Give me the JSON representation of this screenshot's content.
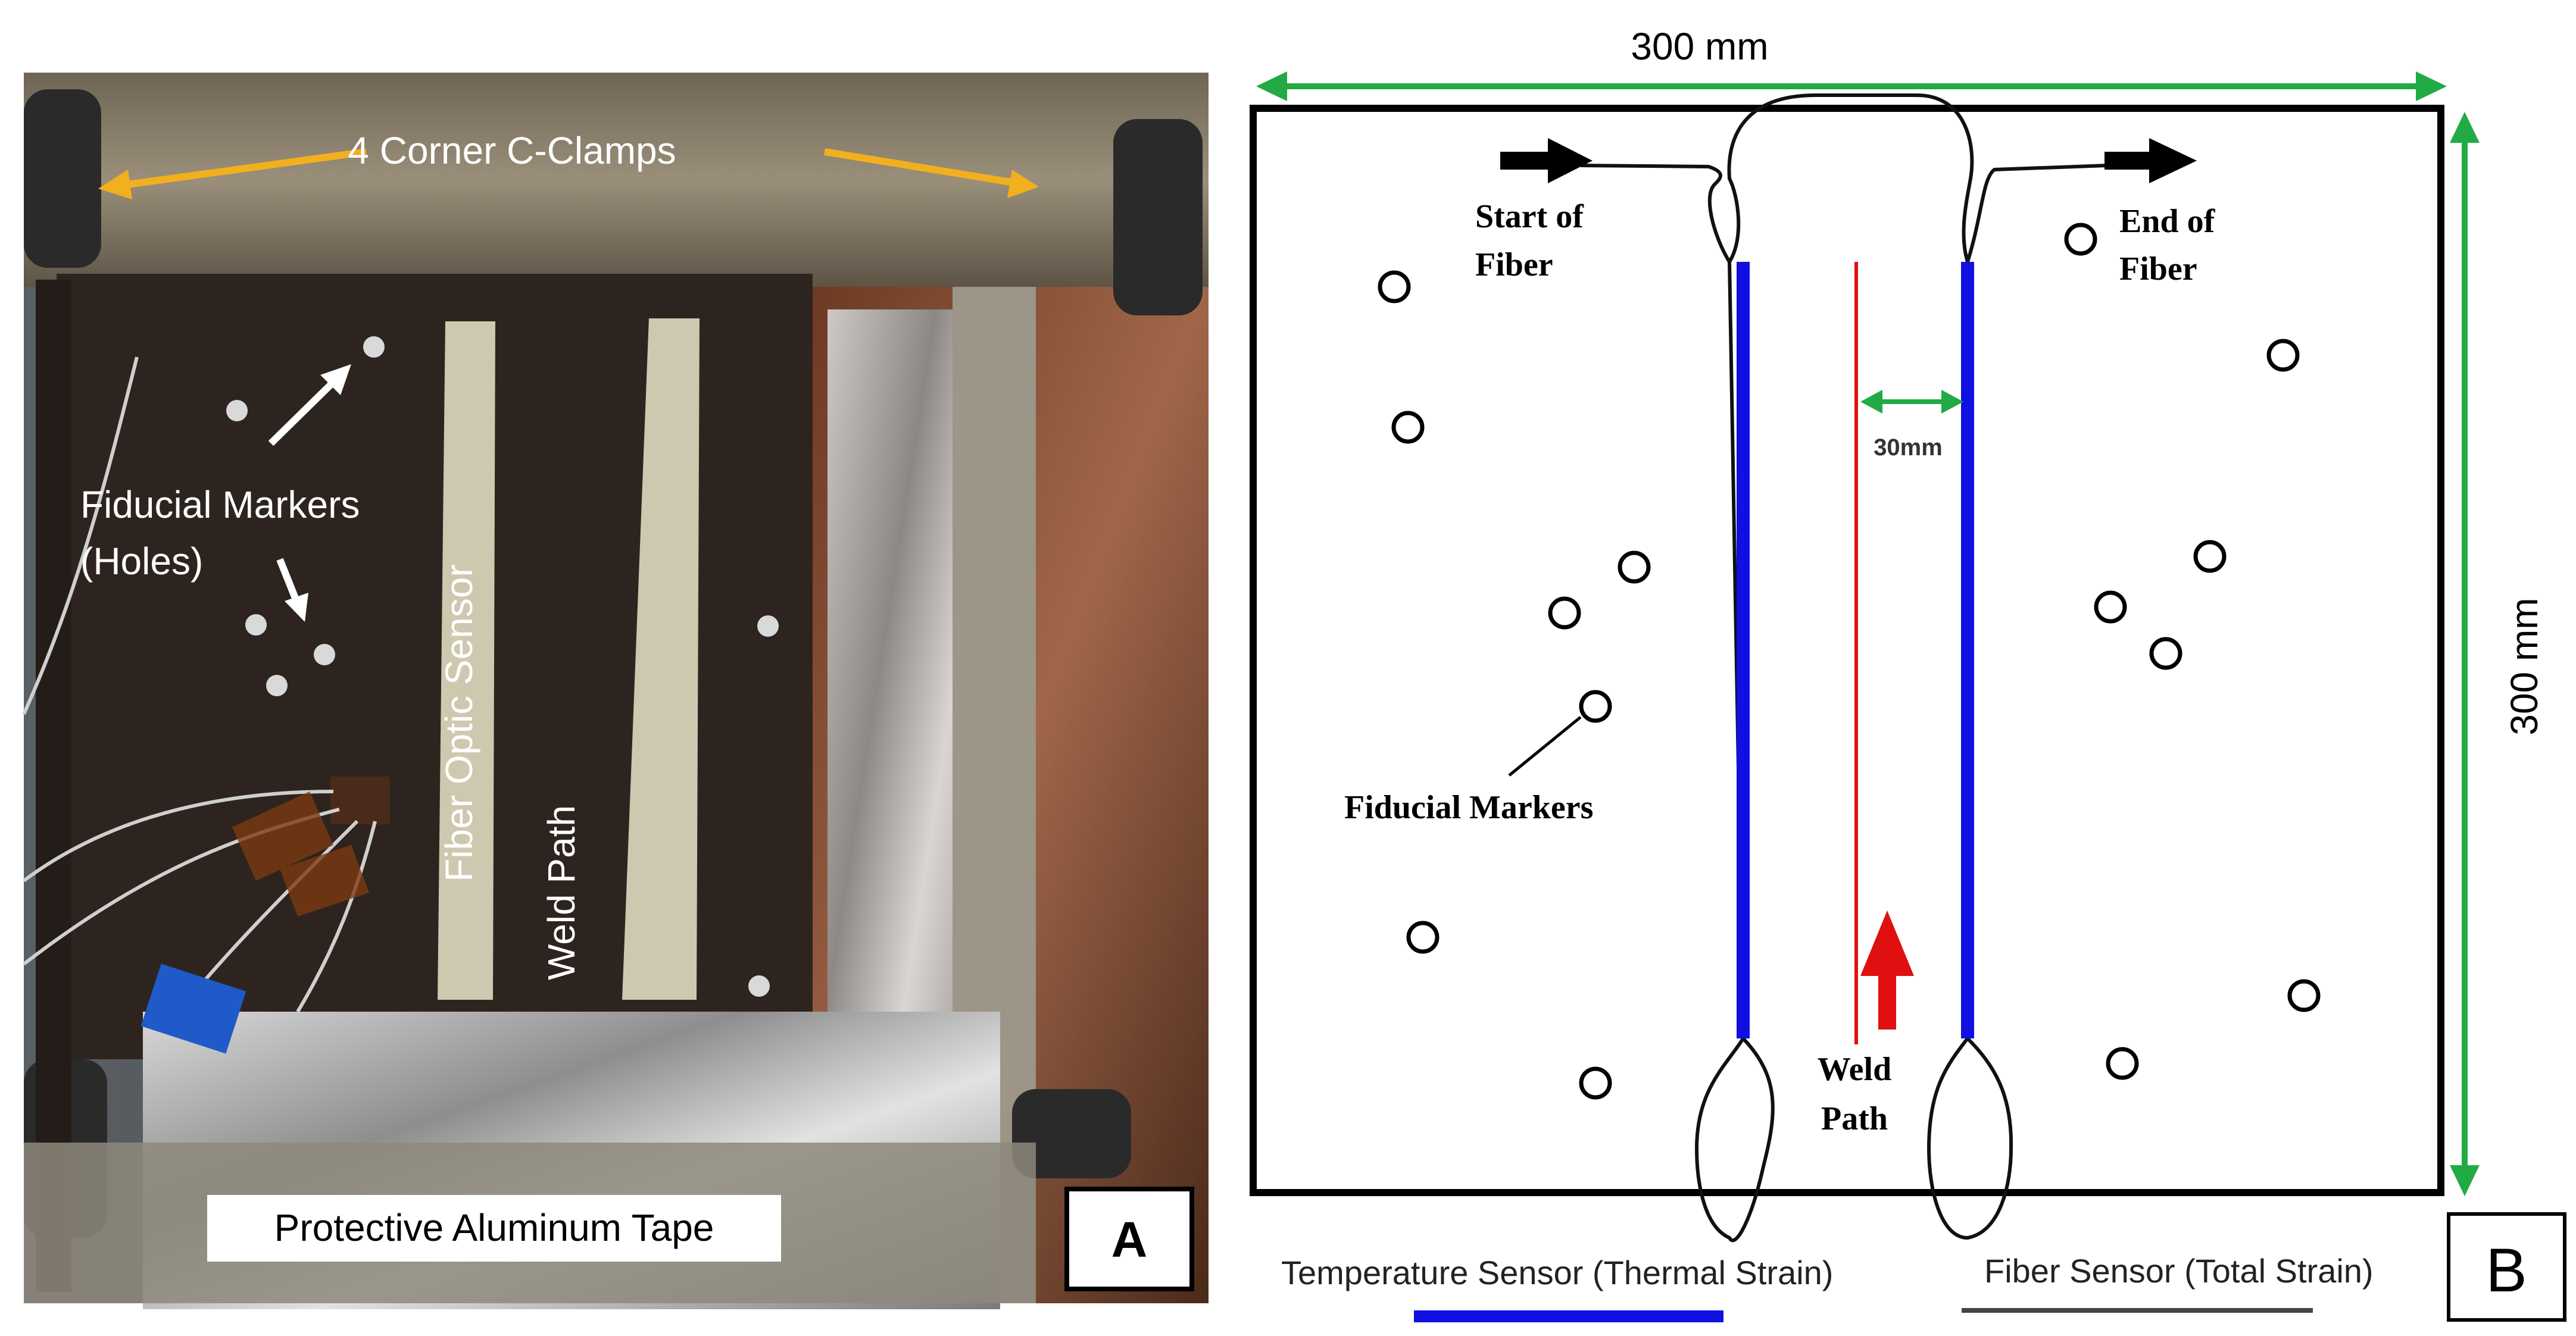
{
  "panel_a": {
    "clamps_label": "4 Corner C-Clamps",
    "markers_label_line1": "Fiducial Markers",
    "markers_label_line2": "(Holes)",
    "fiber_label": "Fiber Optic Sensor",
    "weld_label": "Weld Path",
    "tape_label": "Protective Aluminum Tape",
    "panel_letter": "A",
    "colors": {
      "arrow": "#f2b01e",
      "plate": "#2e241f",
      "foil": "#a9a9a9",
      "sensor": "#cfc8b0"
    }
  },
  "panel_b": {
    "width_label": "300 mm",
    "height_label": "300 mm",
    "start_line1": "Start of",
    "start_line2": "Fiber",
    "end_line1": "End of",
    "end_line2": "Fiber",
    "offset_label": "30mm",
    "markers_label": "Fiducial Markers",
    "weld_line1": "Weld",
    "weld_line2": "Path",
    "legend_temp": "Temperature Sensor (Thermal Strain)",
    "legend_fiber": "Fiber Sensor (Total Strain)",
    "panel_letter": "B",
    "colors": {
      "dimension": "#22aa44",
      "temp_sensor": "#1010e0",
      "weld_path": "#e01010",
      "fiber": "#111111"
    }
  }
}
